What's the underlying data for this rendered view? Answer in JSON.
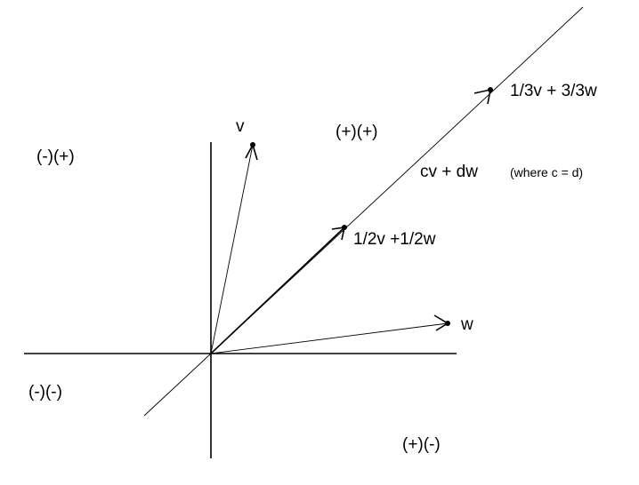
{
  "diagram": {
    "vectors": {
      "v": "v",
      "w": "w"
    },
    "line_label": "cv + dw",
    "line_condition": "(where c = d)",
    "points": {
      "half": "1/2v +1/2w",
      "third": "1/3v + 3/3w"
    },
    "quadrants": {
      "upper_left": "(-)(+)",
      "upper_right": "(+)(+)",
      "lower_left": "(-)(-)",
      "lower_right": "(+)(-)"
    },
    "colors": {
      "ink": "#000000",
      "background": "#ffffff"
    }
  }
}
